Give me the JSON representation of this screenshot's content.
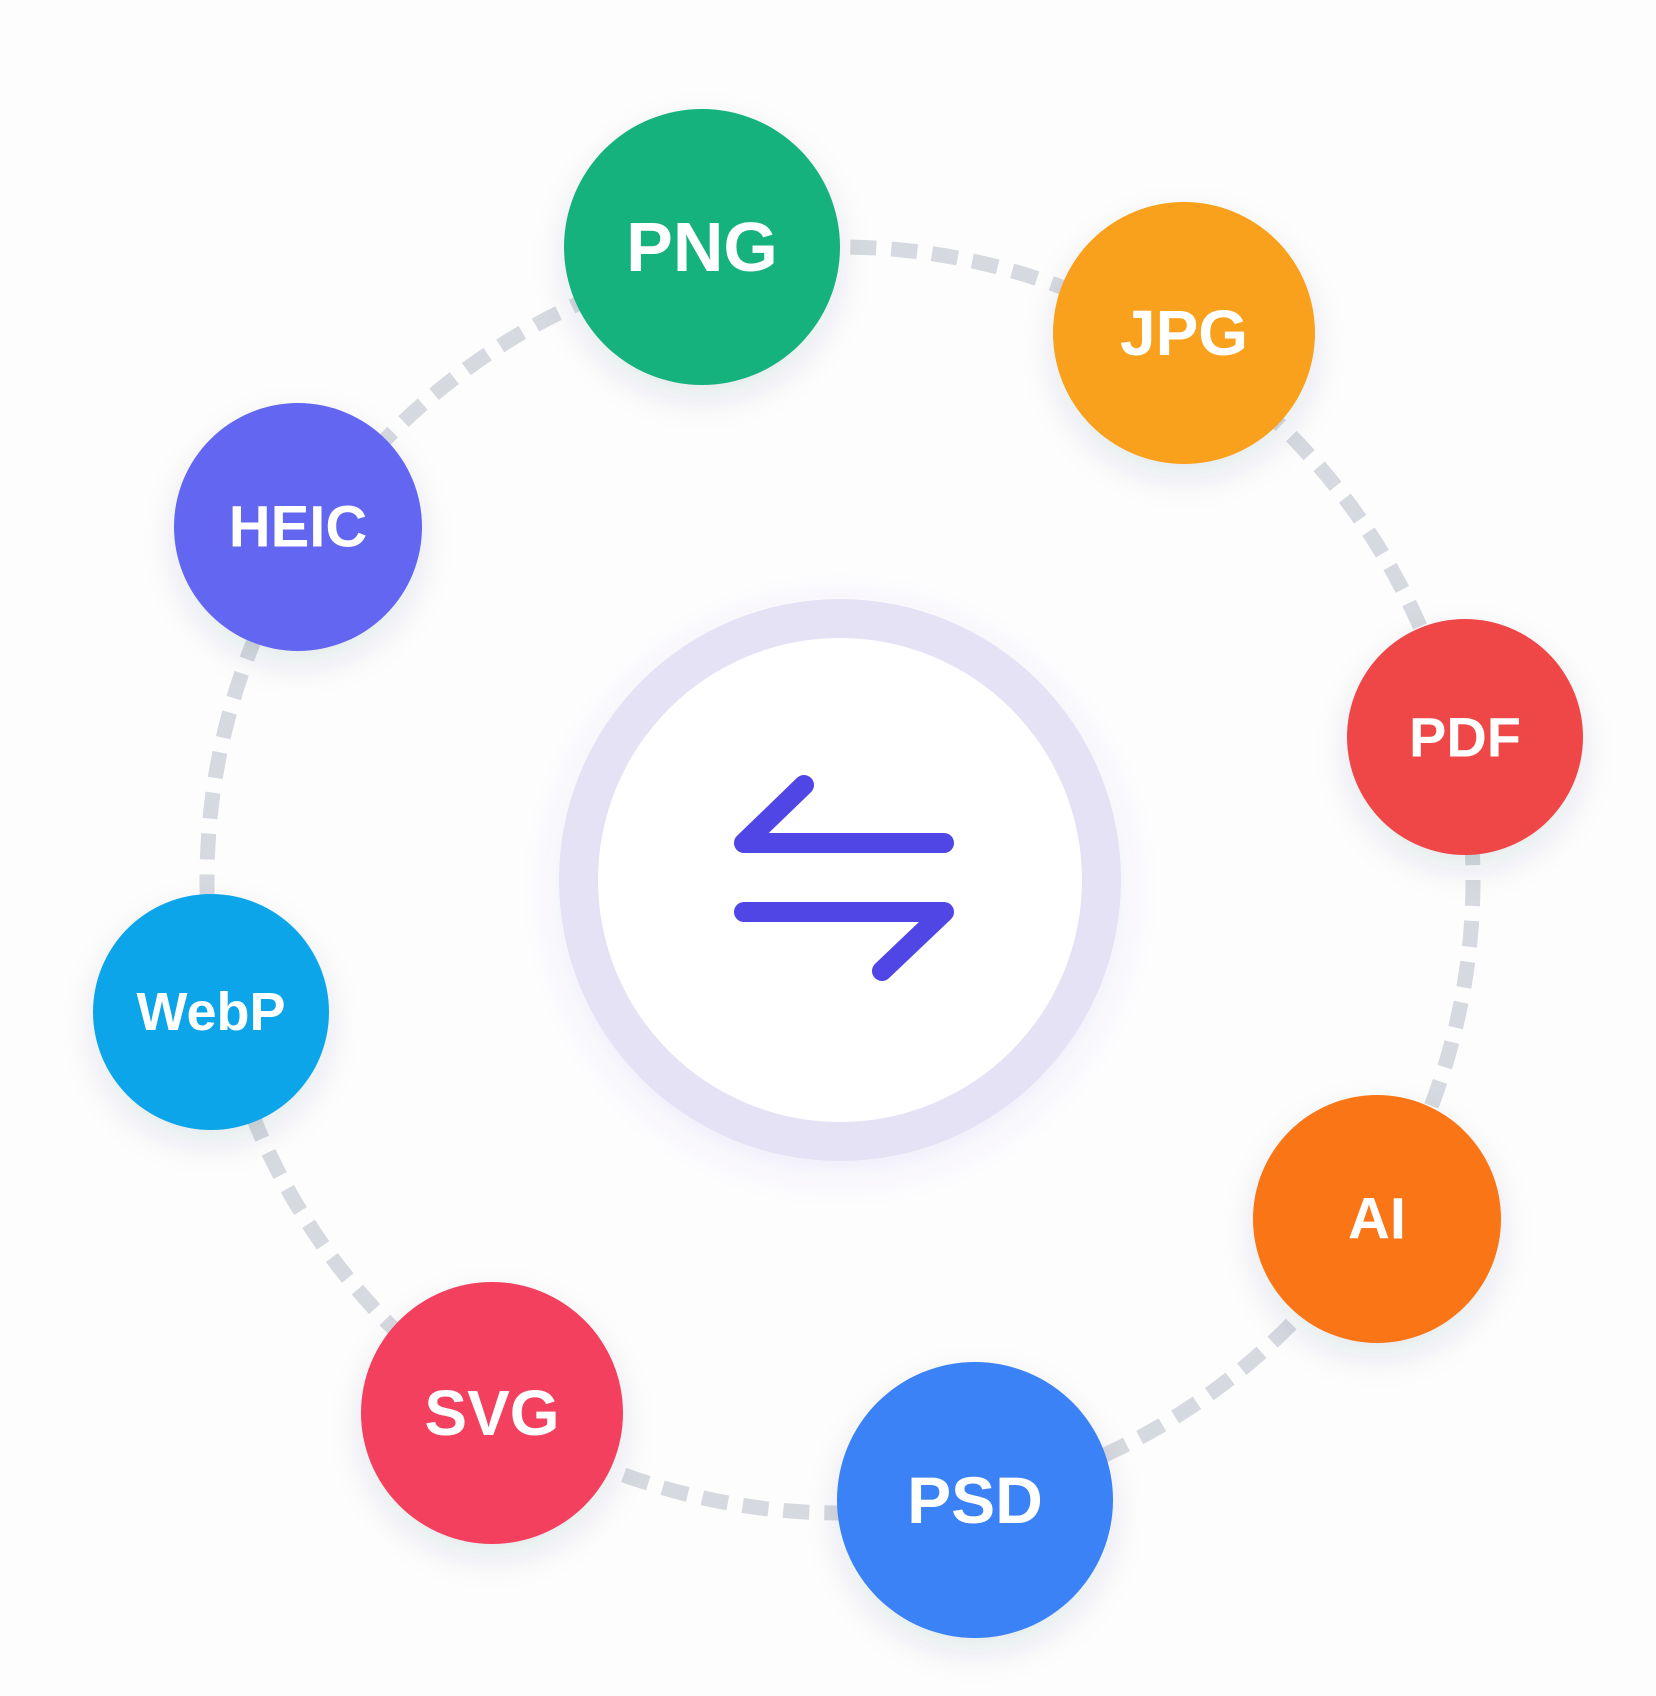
{
  "diagram": {
    "center": {
      "icon": "convert-arrows-icon",
      "ring_color": "#e4e2f4",
      "fill_color": "#ffffff",
      "icon_color": "#4f46e5"
    },
    "connector_color": "#d6d9df",
    "formats": [
      {
        "label": "PNG",
        "color": "#18b27e"
      },
      {
        "label": "JPG",
        "color": "#f9a01b"
      },
      {
        "label": "PDF",
        "color": "#ef4646"
      },
      {
        "label": "AI",
        "color": "#f97416"
      },
      {
        "label": "PSD",
        "color": "#3b82f6"
      },
      {
        "label": "SVG",
        "color": "#f43f5e"
      },
      {
        "label": "WebP",
        "color": "#0ea5e9"
      },
      {
        "label": "HEIC",
        "color": "#6366f1"
      }
    ]
  }
}
